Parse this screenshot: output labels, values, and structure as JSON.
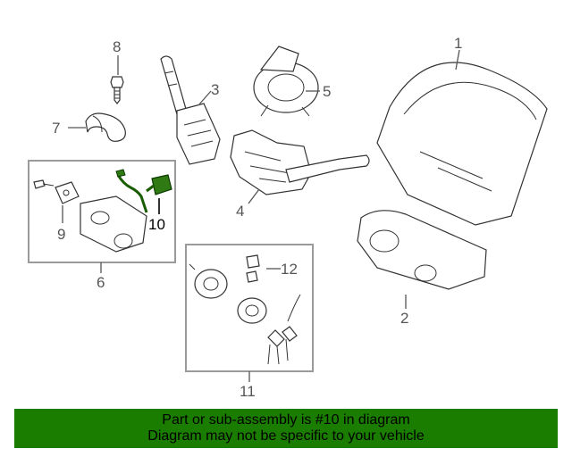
{
  "callouts": {
    "c1": "1",
    "c2": "2",
    "c3": "3",
    "c4": "4",
    "c5": "5",
    "c6": "6",
    "c7": "7",
    "c8": "8",
    "c9": "9",
    "c10": "10",
    "c11": "11",
    "c12": "12"
  },
  "highlight": {
    "part_number": "10",
    "color": "#1a5c00"
  },
  "banner": {
    "line1": "Part or sub-assembly is #10 in diagram",
    "line2": "Diagram may not be specific to your vehicle",
    "background": "#1a7d00"
  }
}
